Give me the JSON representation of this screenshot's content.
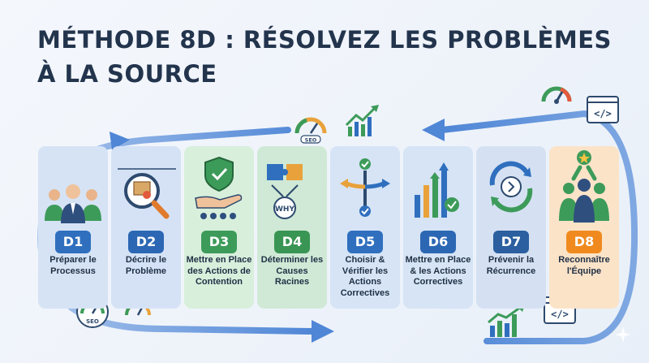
{
  "title": {
    "line1": "MÉTHODE 8D : RÉSOLVEZ LES PROBLÈMES",
    "line2": "À LA SOURCE"
  },
  "icons": {
    "seo_text": "SEO",
    "why_text": "WHY",
    "code_symbol": "</>"
  },
  "colors": {
    "title": "#23344d",
    "arrow": "#5b8fd8",
    "arrow_light": "#a8c4ec"
  },
  "steps": [
    {
      "code": "D1",
      "label": "Préparer le Processus",
      "panel": "#d6e3f5",
      "badge": "#2f6fbe"
    },
    {
      "code": "D2",
      "label": "Décrire le Problème",
      "panel": "#d5e2f6",
      "badge": "#2c67b4"
    },
    {
      "code": "D3",
      "label": "Mettre en Place des Actions de Contention",
      "panel": "#d8efdc",
      "badge": "#3d9b5a"
    },
    {
      "code": "D4",
      "label": "Déterminer les Causes Racines",
      "panel": "#cfe9d6",
      "badge": "#399553"
    },
    {
      "code": "D5",
      "label": "Choisir & Vérifier les Actions Correctives",
      "panel": "#d6e4f6",
      "badge": "#2f6fbe"
    },
    {
      "code": "D6",
      "label": "Mettre en Place & les Actions Correctives",
      "panel": "#d6e4f5",
      "badge": "#2c67b4"
    },
    {
      "code": "D7",
      "label": "Prévenir la Récurrence",
      "panel": "#d5e1f3",
      "badge": "#2b5f9f"
    },
    {
      "code": "D8",
      "label": "Reconnaître l'Équipe",
      "panel": "#fbe3c8",
      "badge": "#f08a1e"
    }
  ]
}
